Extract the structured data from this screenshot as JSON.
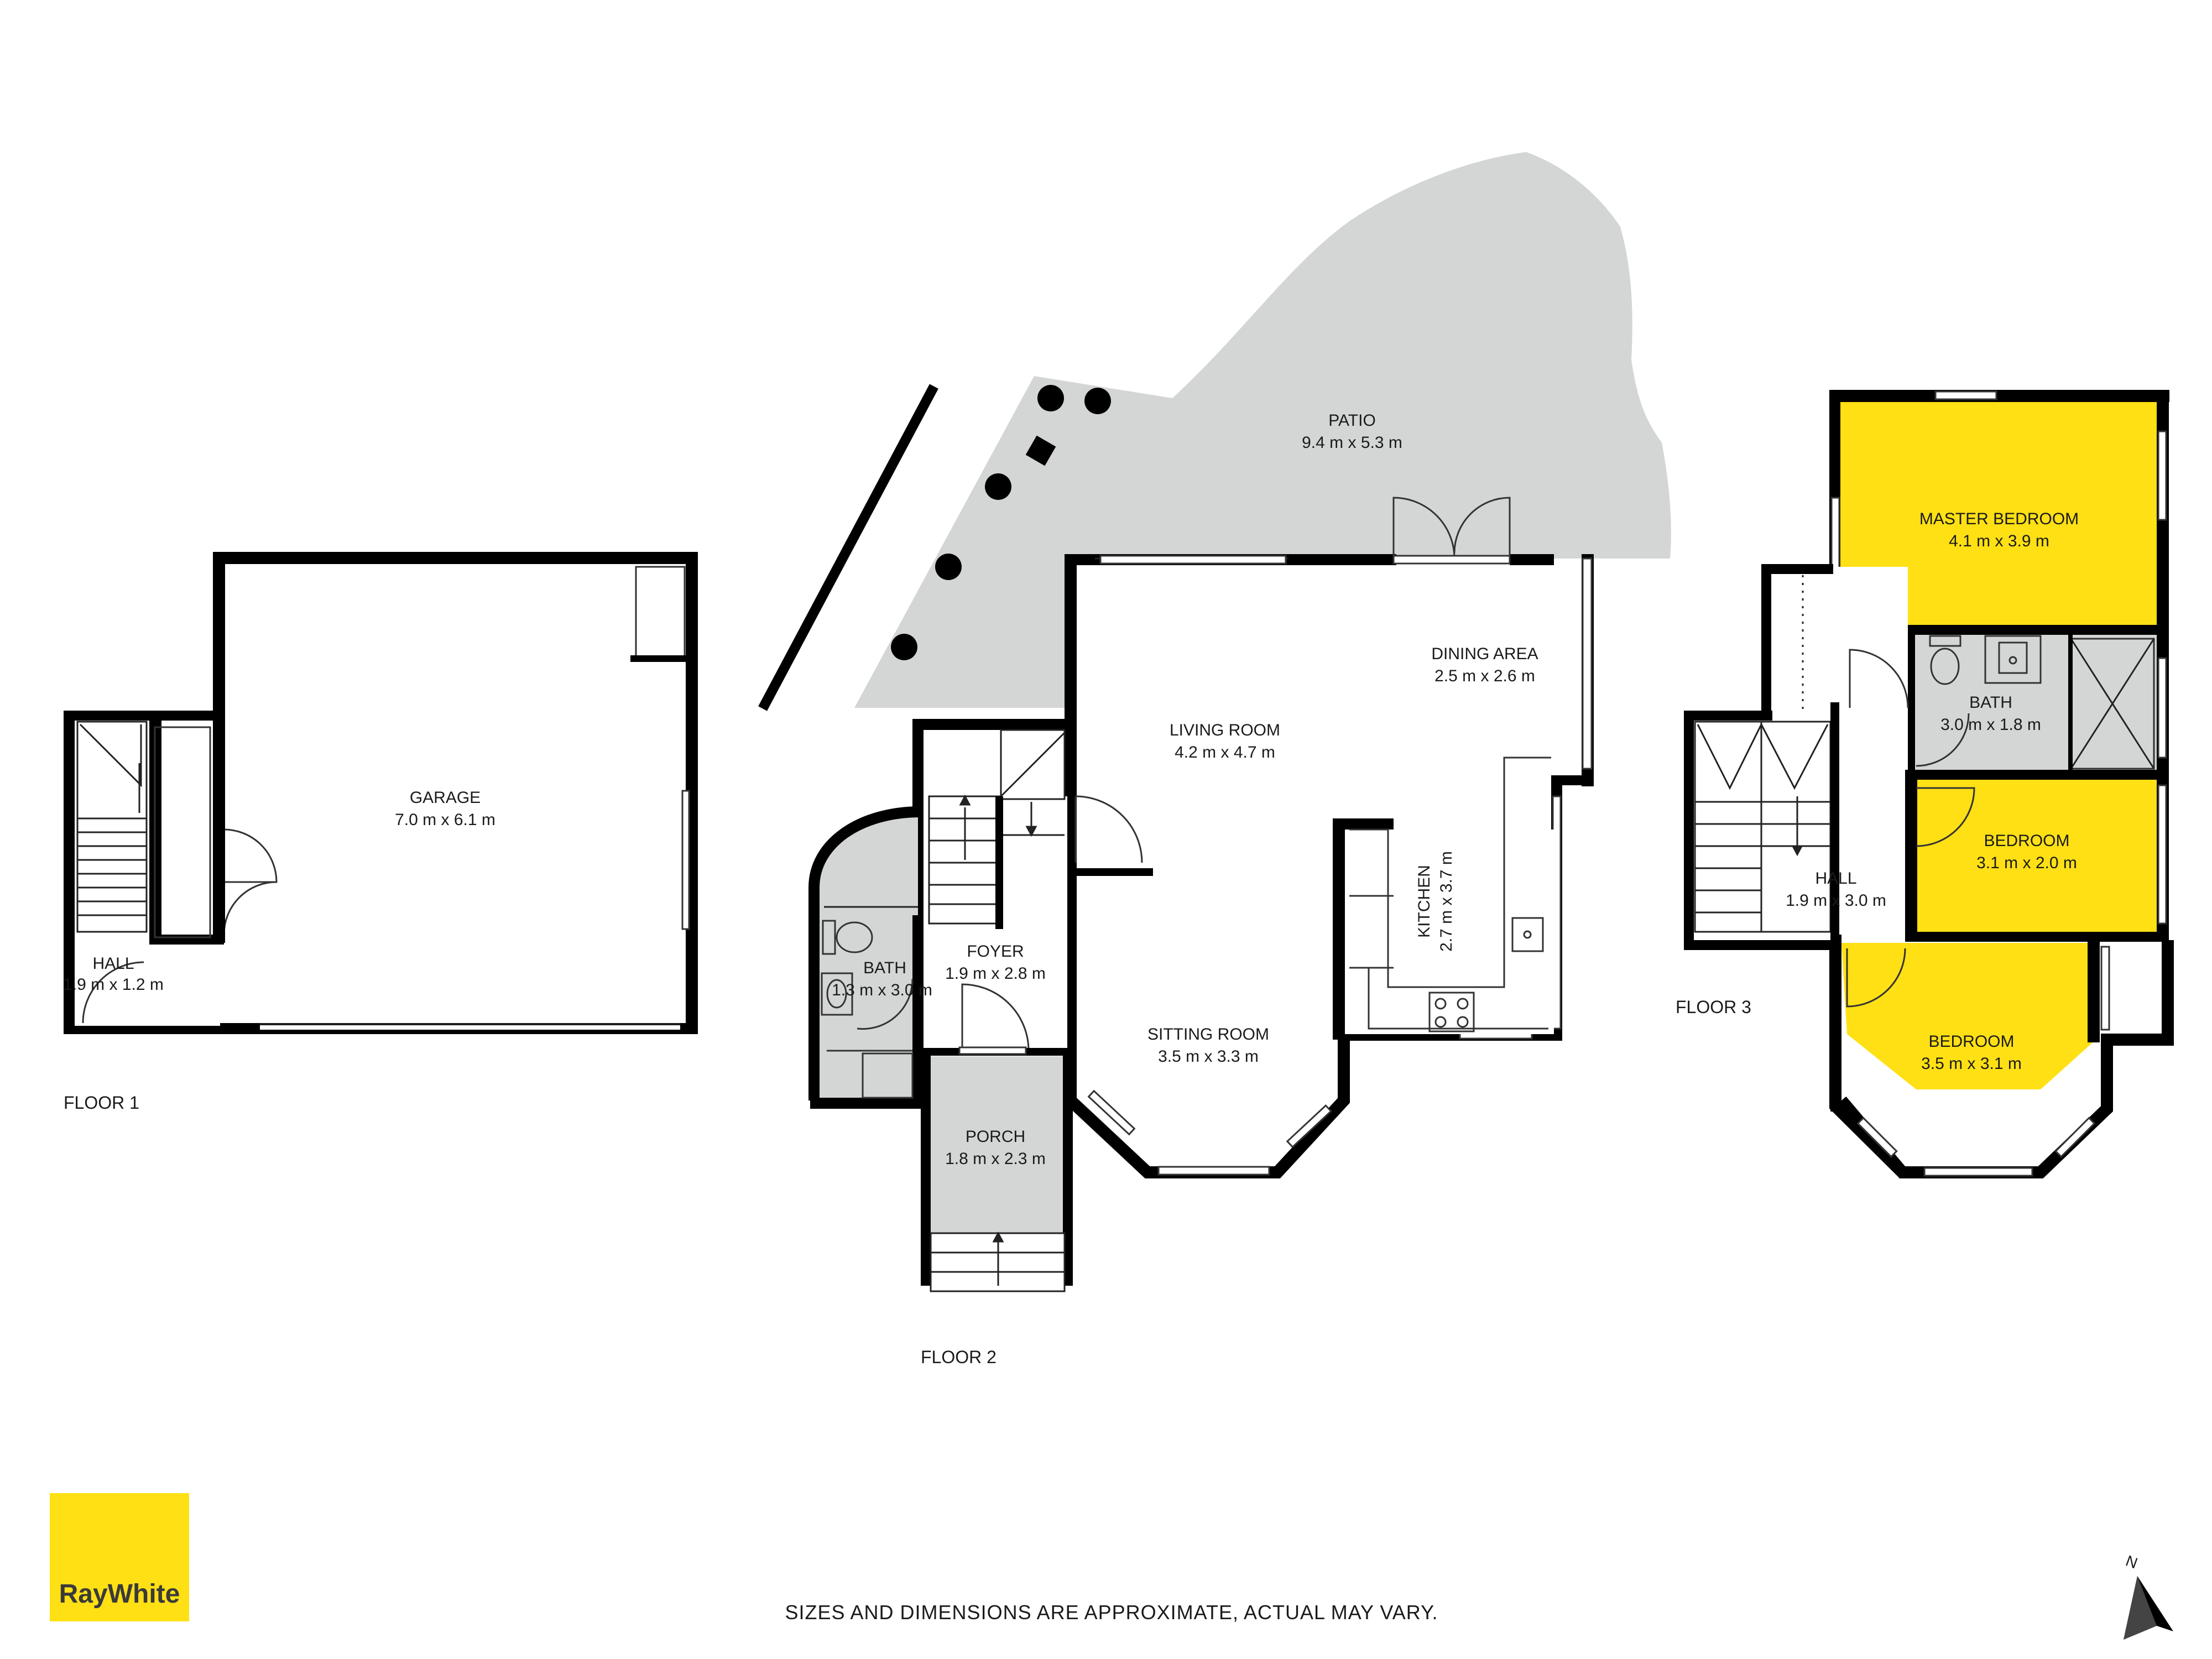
{
  "colors": {
    "wall": "#000000",
    "shaded": "#d4d6d6",
    "highlight": "#ffe014",
    "background": "#ffffff"
  },
  "floors": [
    {
      "label": "FLOOR 1",
      "rooms": [
        {
          "name": "GARAGE",
          "dims": "7.0 m x 6.1 m",
          "fill": "white"
        },
        {
          "name": "HALL",
          "dims": "1.9 m x 1.2 m",
          "fill": "white"
        }
      ]
    },
    {
      "label": "FLOOR 2",
      "rooms": [
        {
          "name": "PATIO",
          "dims": "9.4 m x 5.3 m",
          "fill": "grey"
        },
        {
          "name": "DINING AREA",
          "dims": "2.5 m x 2.6 m",
          "fill": "white"
        },
        {
          "name": "LIVING ROOM",
          "dims": "4.2 m x 4.7 m",
          "fill": "white"
        },
        {
          "name": "KITCHEN",
          "dims": "2.7 m x 3.7 m",
          "fill": "white"
        },
        {
          "name": "FOYER",
          "dims": "1.9 m x 2.8 m",
          "fill": "white"
        },
        {
          "name": "BATH",
          "dims": "1.3 m x 3.0 m",
          "fill": "grey"
        },
        {
          "name": "SITTING ROOM",
          "dims": "3.5 m x 3.3 m",
          "fill": "white"
        },
        {
          "name": "PORCH",
          "dims": "1.8 m x 2.3 m",
          "fill": "grey"
        }
      ]
    },
    {
      "label": "FLOOR 3",
      "rooms": [
        {
          "name": "MASTER BEDROOM",
          "dims": "4.1 m x 3.9 m",
          "fill": "yellow"
        },
        {
          "name": "BATH",
          "dims": "3.0 m x 1.8 m",
          "fill": "grey"
        },
        {
          "name": "BEDROOM",
          "dims": "3.1 m x 2.0 m",
          "fill": "yellow"
        },
        {
          "name": "HALL",
          "dims": "1.9 m x 3.0 m",
          "fill": "white"
        },
        {
          "name": "BEDROOM",
          "dims": "3.5 m x 3.1 m",
          "fill": "yellow"
        }
      ]
    }
  ],
  "logo": {
    "text": "RayWhite",
    "color": "#ffe014"
  },
  "disclaimer": "SIZES AND DIMENSIONS ARE APPROXIMATE, ACTUAL MAY VARY.",
  "compass": {
    "label": "N",
    "icon": "north-arrow-icon"
  }
}
